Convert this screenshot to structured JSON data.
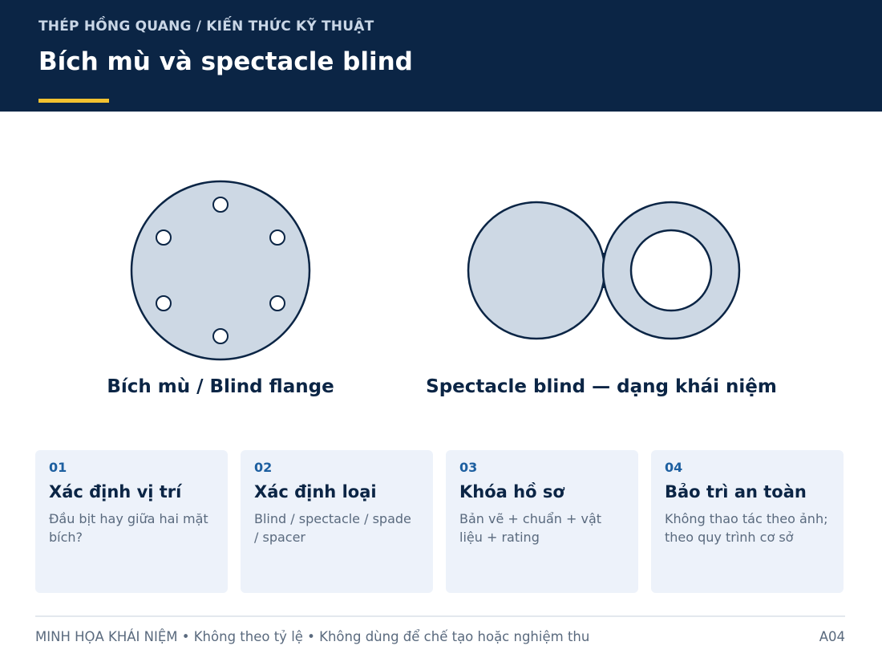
{
  "header": {
    "breadcrumb": "THÉP HỒNG QUANG / KIẾN THỨC KỸ THUẬT",
    "title": "Bích mù và spectacle blind"
  },
  "diagrams": {
    "blind_flange_caption": "Bích mù / Blind flange",
    "spectacle_caption": "Spectacle blind — dạng khái niệm",
    "blind_flange_bolt_holes": 6
  },
  "steps": [
    {
      "num": "01",
      "title": "Xác định vị trí",
      "desc": "Đầu bịt hay giữa hai mặt bích?"
    },
    {
      "num": "02",
      "title": "Xác định loại",
      "desc": "Blind / spectacle / spade / spacer"
    },
    {
      "num": "03",
      "title": "Khóa hồ sơ",
      "desc": "Bản vẽ + chuẩn + vật liệu + rating"
    },
    {
      "num": "04",
      "title": "Bảo trì an toàn",
      "desc": "Không thao tác theo ảnh; theo quy trình cơ sở"
    }
  ],
  "footer": {
    "note": "MINH HỌA KHÁI NIỆM • Không theo tỷ lệ • Không dùng để chế tạo hoặc nghiệm thu",
    "code": "A04"
  },
  "colors": {
    "navy": "#0b2545",
    "accent": "#f2c230",
    "plate_fill": "#cdd8e4",
    "card_bg": "#edf2fa",
    "step_number": "#1d5fa0"
  }
}
